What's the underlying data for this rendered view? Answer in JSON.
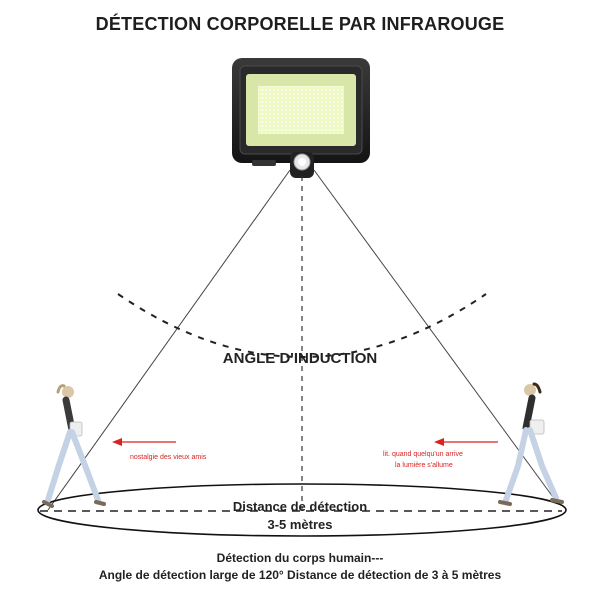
{
  "title": "DÉTECTION CORPORELLE PAR INFRAROUGE",
  "angle_label": "ANGLE D'INDUCTION",
  "note_left": "nostalgie des vieux amis",
  "note_right_line1": "lit. quand quelqu'un arrive",
  "note_right_line2": "la lumière s'allume",
  "distance_line1": "Distance de détection",
  "distance_line2": "3-5 mètres",
  "footer_line1": "Détection du corps humain---",
  "footer_line2": "Angle de détection large de 120° Distance de détection de 3 à 5 mètres",
  "colors": {
    "arrow": "#d92323",
    "lamp_body": "#1f1f1f",
    "lamp_led": "#f4ffc9"
  },
  "icons": {
    "lamp": "solar-led-lamp-icon",
    "sensor": "pir-sensor-icon",
    "walker_left": "walking-person-icon",
    "walker_right": "walking-person-icon"
  }
}
